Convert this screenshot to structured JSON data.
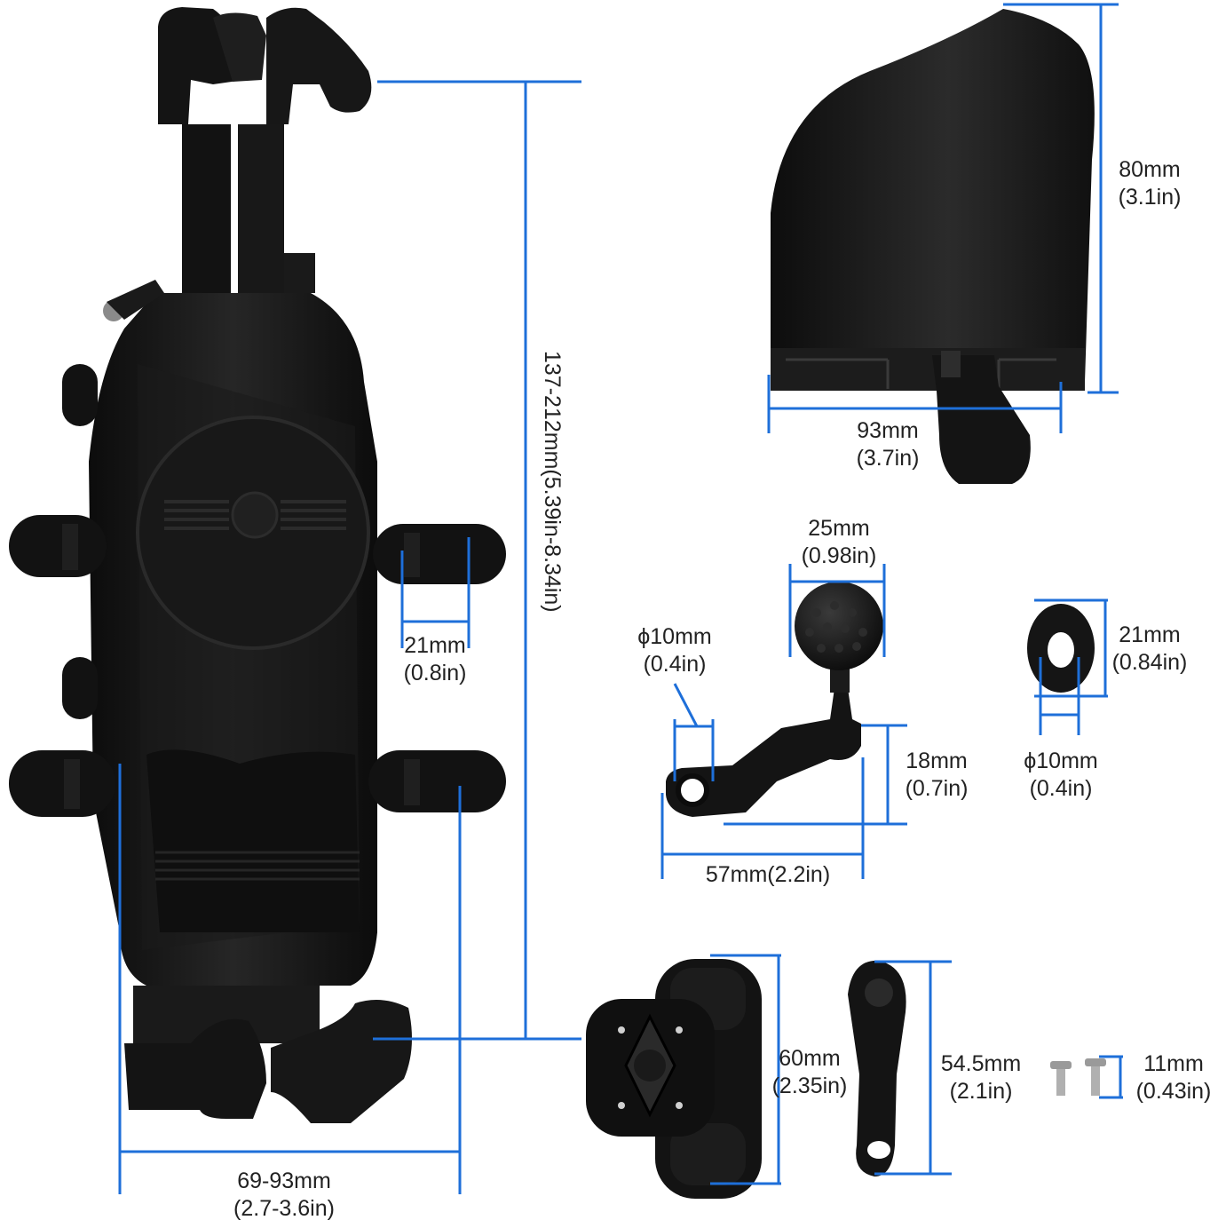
{
  "colors": {
    "dimension_line": "#1e6fd9",
    "product": "#151515",
    "product_highlight": "#2e2e2e",
    "label_text": "#222222"
  },
  "dimensions": {
    "holder_height": {
      "label": "137-212mm(5.39in-8.34in)"
    },
    "holder_width": {
      "mm": "69-93mm",
      "in": "(2.7-3.6in)"
    },
    "clamp_arm": {
      "mm": "21mm",
      "in": "(0.8in)"
    },
    "rain_cover_height": {
      "mm": "80mm",
      "in": "(3.1in)"
    },
    "rain_cover_width": {
      "mm": "93mm",
      "in": "(3.7in)"
    },
    "ball_diameter": {
      "mm": "25mm",
      "in": "(0.98in)"
    },
    "mirror_hole": {
      "mm": "ϕ10mm",
      "in": "(0.4in)"
    },
    "mirror_bracket_height": {
      "mm": "18mm",
      "in": "(0.7in)"
    },
    "mirror_bracket_length": {
      "mm": "57mm(2.2in)"
    },
    "washer_outer": {
      "mm": "21mm",
      "in": "(0.84in)"
    },
    "washer_inner": {
      "mm": "ϕ10mm",
      "in": "(0.4in)"
    },
    "socket_arm_height": {
      "mm": "60mm",
      "in": "(2.35in)"
    },
    "extension_arm_height": {
      "mm": "54.5mm",
      "in": "(2.1in)"
    },
    "screw_length": {
      "mm": "11mm",
      "in": "(0.43in)"
    }
  }
}
